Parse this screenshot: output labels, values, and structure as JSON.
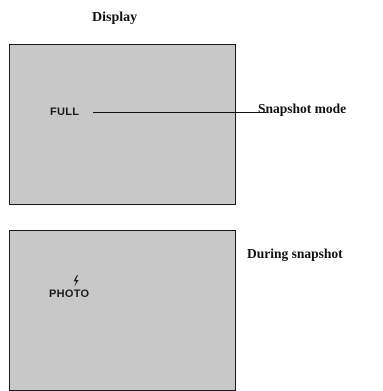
{
  "heading": "Display",
  "screens": [
    {
      "osd_text": "FULL",
      "callout_label": "Snapshot mode"
    },
    {
      "osd_text": "PHOTO",
      "osd_icon": "flash-icon",
      "side_label": "During snapshot"
    }
  ],
  "colors": {
    "screen_fill": "#c8c8c8",
    "outline": "#1a1a1a",
    "text": "#111111"
  }
}
